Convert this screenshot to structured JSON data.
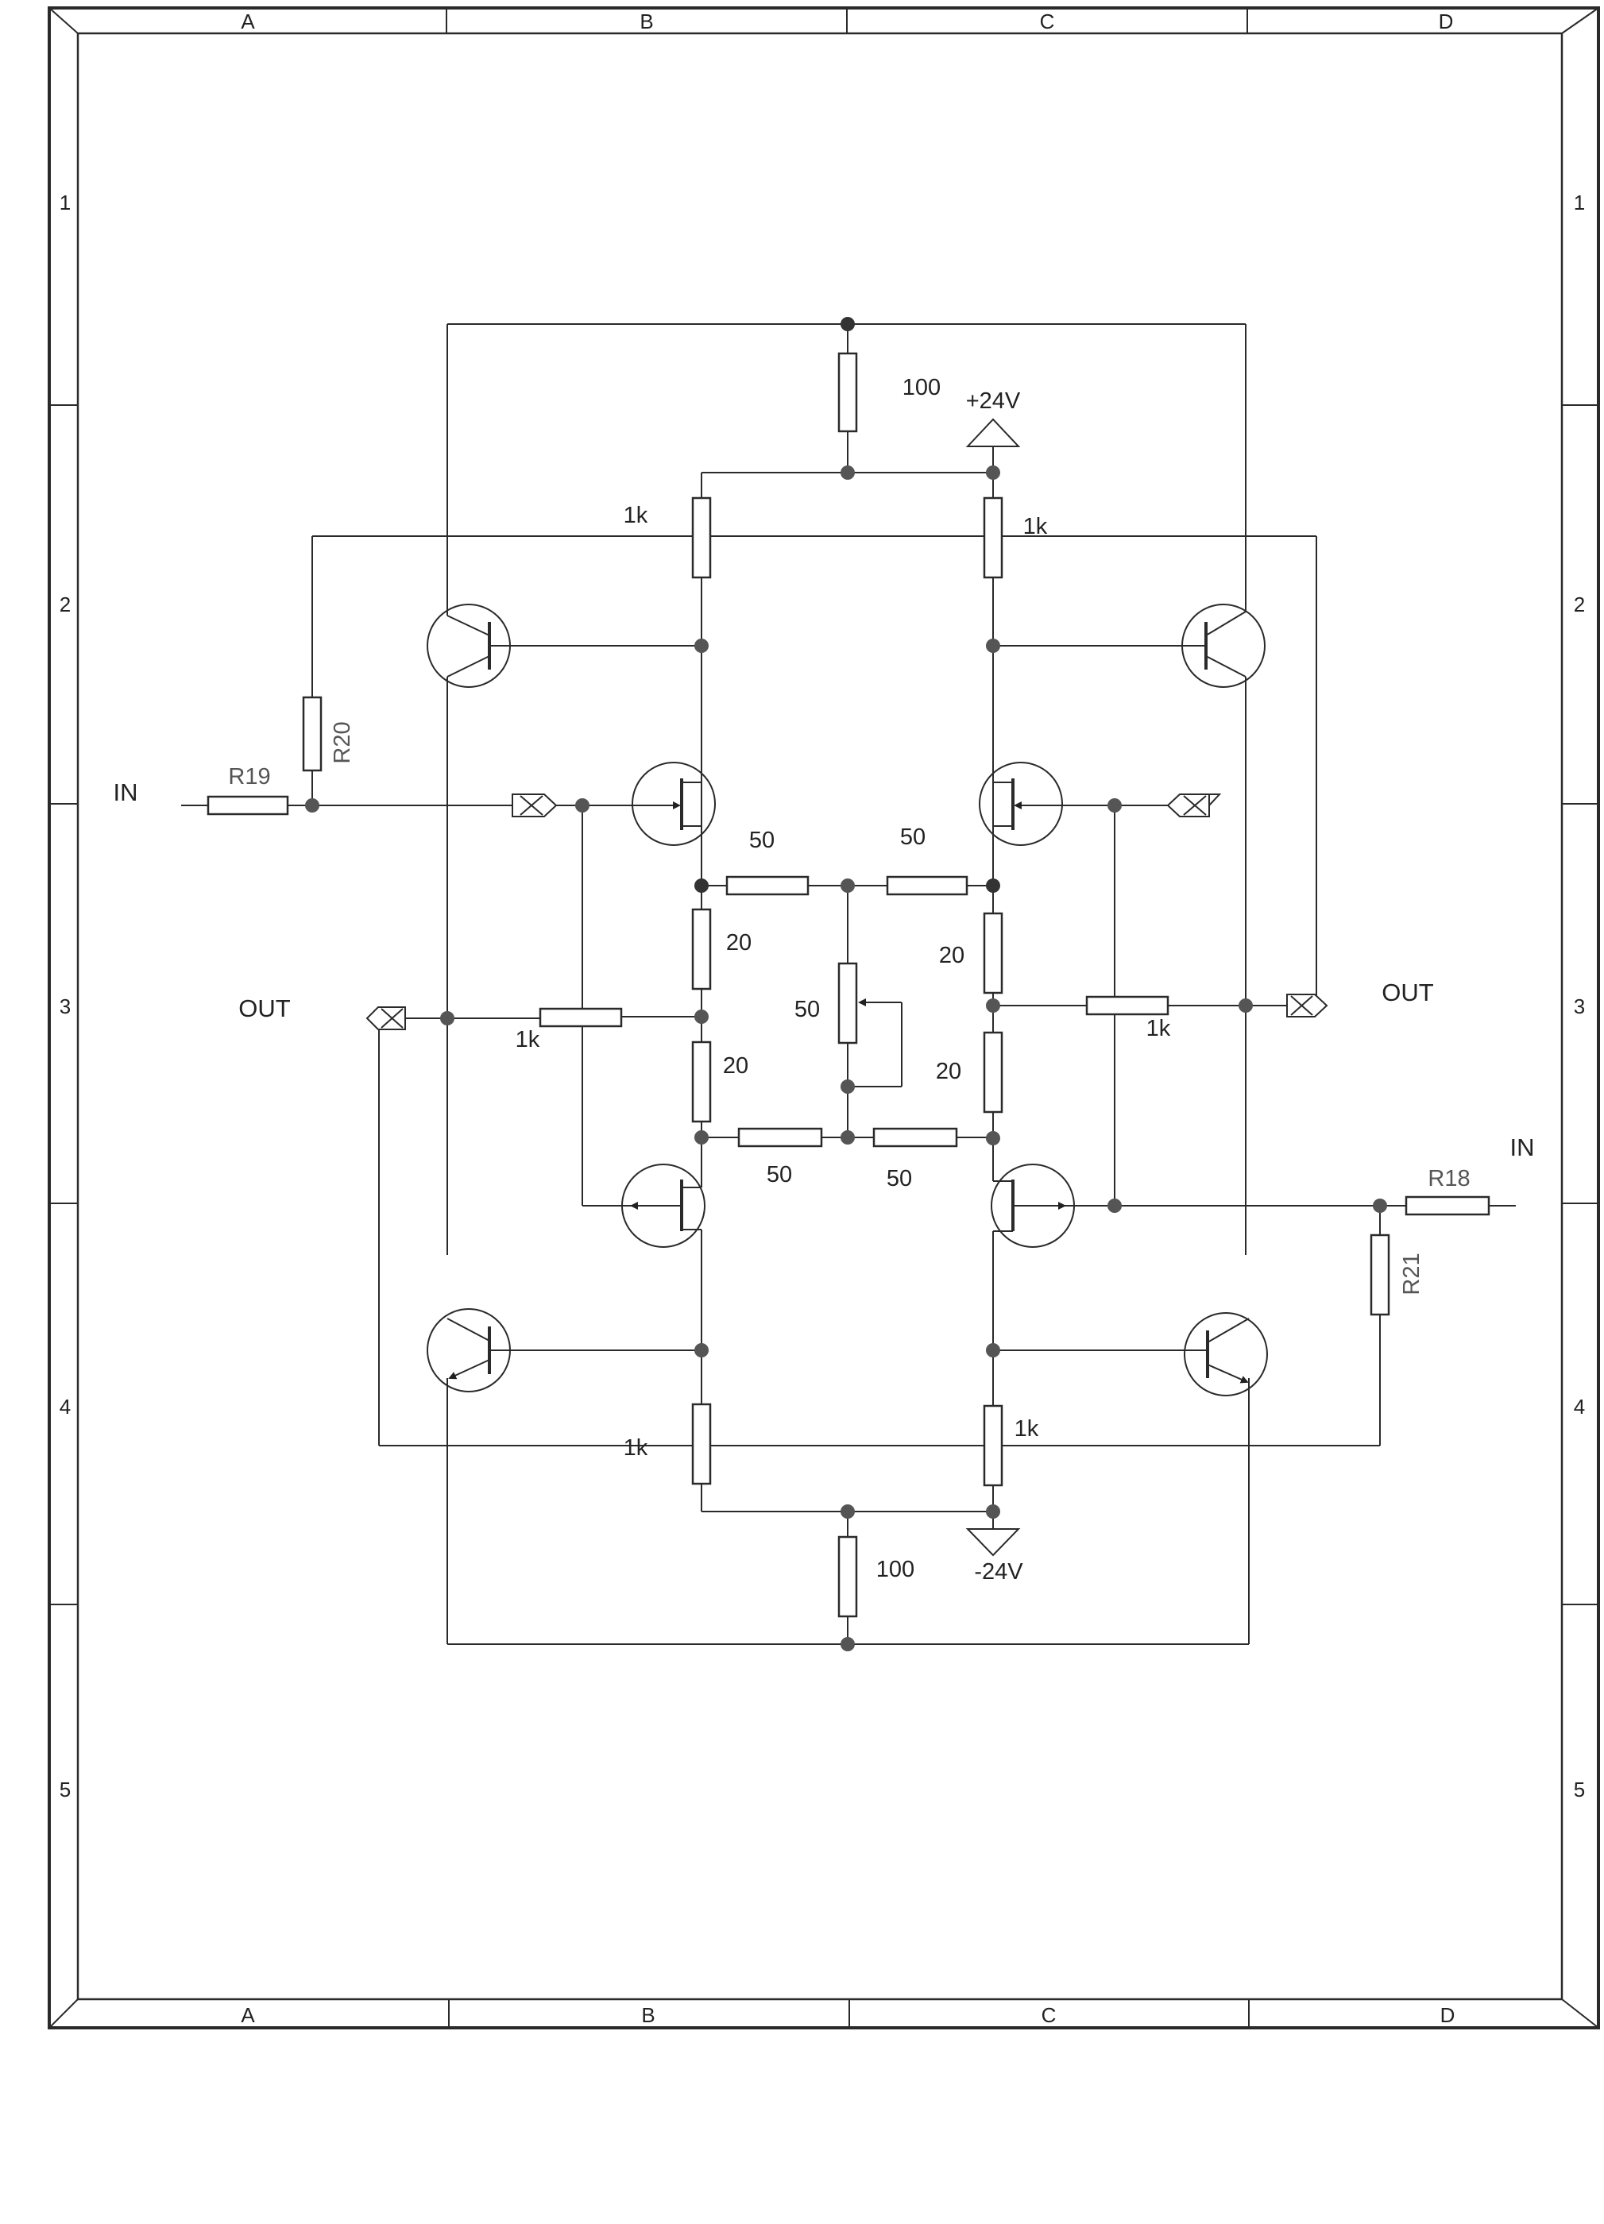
{
  "frame": {
    "columns": [
      "A",
      "B",
      "C",
      "D"
    ],
    "rows": [
      "1",
      "2",
      "3",
      "4",
      "5"
    ]
  },
  "power": {
    "positive": "+24V",
    "negative": "-24V"
  },
  "ports": {
    "in_left": "IN",
    "in_right": "IN",
    "out_left": "OUT",
    "out_right": "OUT"
  },
  "resistors": {
    "top_100": "100",
    "bottom_100": "100",
    "top_left_1k": "1k",
    "top_right_1k": "1k",
    "bottom_left_1k": "1k",
    "bottom_right_1k": "1k",
    "out_left_1k": "1k",
    "out_right_1k": "1k",
    "top_left_50": "50",
    "top_right_50": "50",
    "bottom_left_50": "50",
    "bottom_right_50": "50",
    "left_top_20": "20",
    "left_bottom_20": "20",
    "right_top_20": "20",
    "right_bottom_20": "20",
    "pot_50": "50",
    "r18": "R18",
    "r19": "R19",
    "r20": "R20",
    "r21": "R21"
  },
  "colors": {
    "line": "#2a2a2a",
    "node": "#555555",
    "paper": "#ffffff"
  }
}
